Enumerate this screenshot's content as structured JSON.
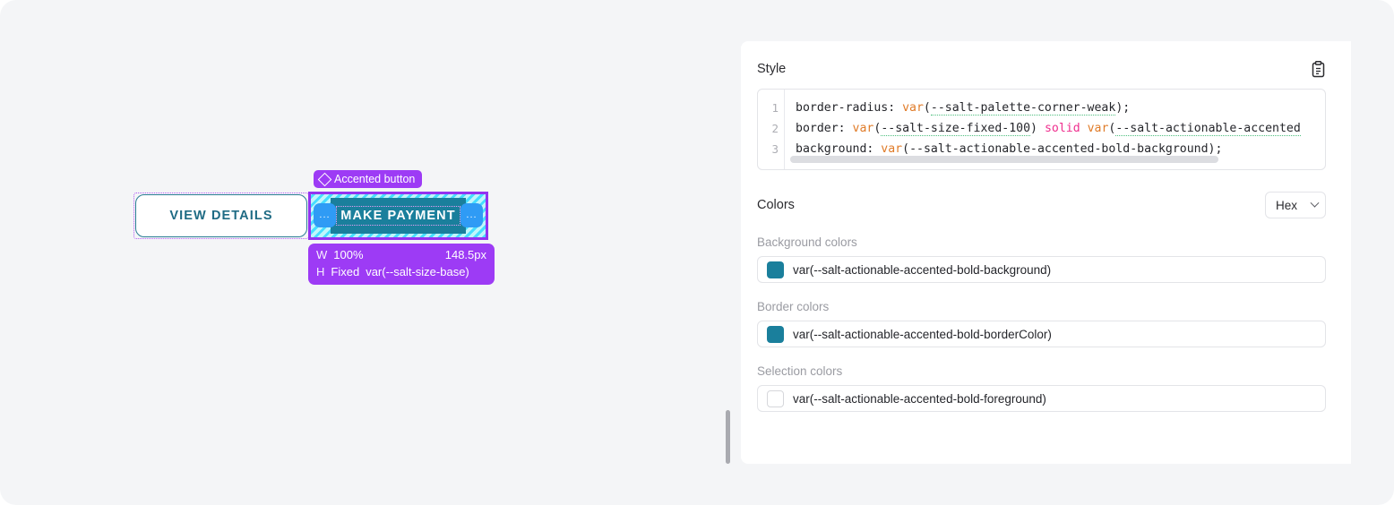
{
  "canvas": {
    "view_details_button": {
      "label": "VIEW DETAILS"
    },
    "selected_element": {
      "tag_label": "Accented button",
      "tag_icon": "diamond-icon",
      "button_label": "MAKE PAYMENT",
      "padding_badge_left": "...",
      "padding_badge_right": "...",
      "size_tooltip": {
        "width_axis": "W",
        "width_mode": "100%",
        "width_value": "148.5px",
        "height_axis": "H",
        "height_mode": "Fixed",
        "height_value": "var(--salt-size-base)"
      }
    }
  },
  "panel": {
    "style_section": {
      "title": "Style",
      "copy_icon": "clipboard-icon",
      "line_numbers": [
        "1",
        "2",
        "3"
      ],
      "code_lines": [
        {
          "parts": [
            {
              "text": "border-radius: ",
              "type": "plain"
            },
            {
              "text": "var",
              "type": "fn"
            },
            {
              "text": "(",
              "type": "plain"
            },
            {
              "text": "--salt-palette-corner-weak",
              "type": "var"
            },
            {
              "text": ");",
              "type": "plain"
            }
          ]
        },
        {
          "parts": [
            {
              "text": "border: ",
              "type": "plain"
            },
            {
              "text": "var",
              "type": "fn"
            },
            {
              "text": "(",
              "type": "plain"
            },
            {
              "text": "--salt-size-fixed-100",
              "type": "var"
            },
            {
              "text": ") ",
              "type": "plain"
            },
            {
              "text": "solid",
              "type": "kw"
            },
            {
              "text": " ",
              "type": "plain"
            },
            {
              "text": "var",
              "type": "fn"
            },
            {
              "text": "(",
              "type": "plain"
            },
            {
              "text": "--salt-actionable-accented",
              "type": "var"
            }
          ]
        },
        {
          "parts": [
            {
              "text": "background: ",
              "type": "plain"
            },
            {
              "text": "var",
              "type": "fn"
            },
            {
              "text": "(",
              "type": "plain"
            },
            {
              "text": "--salt-actionable-accented-bold-background",
              "type": "var"
            },
            {
              "text": ");",
              "type": "plain"
            }
          ]
        }
      ]
    },
    "colors_section": {
      "title": "Colors",
      "format_select": {
        "value": "Hex",
        "icon": "chevron-down-icon"
      },
      "groups": [
        {
          "label": "Background colors",
          "entries": [
            {
              "swatch_color": "#1a7f9c",
              "token": "var(--salt-actionable-accented-bold-background)"
            }
          ]
        },
        {
          "label": "Border colors",
          "entries": [
            {
              "swatch_color": "#1a7f9c",
              "token": "var(--salt-actionable-accented-bold-borderColor)"
            }
          ]
        },
        {
          "label": "Selection colors",
          "entries": [
            {
              "swatch_color": "#ffffff",
              "token": "var(--salt-actionable-accented-bold-foreground)"
            }
          ]
        }
      ]
    }
  },
  "theme": {
    "page_background": "#f4f5f7",
    "panel_background": "#ffffff",
    "accent_teal": "#1a7f9c",
    "selection_purple": "#9d3bf5",
    "padding_badge_blue": "#2f9bf5",
    "keyword_pink": "#ef2e8e",
    "function_orange": "#e07b28",
    "variable_underline_green": "#4dbf7e"
  }
}
